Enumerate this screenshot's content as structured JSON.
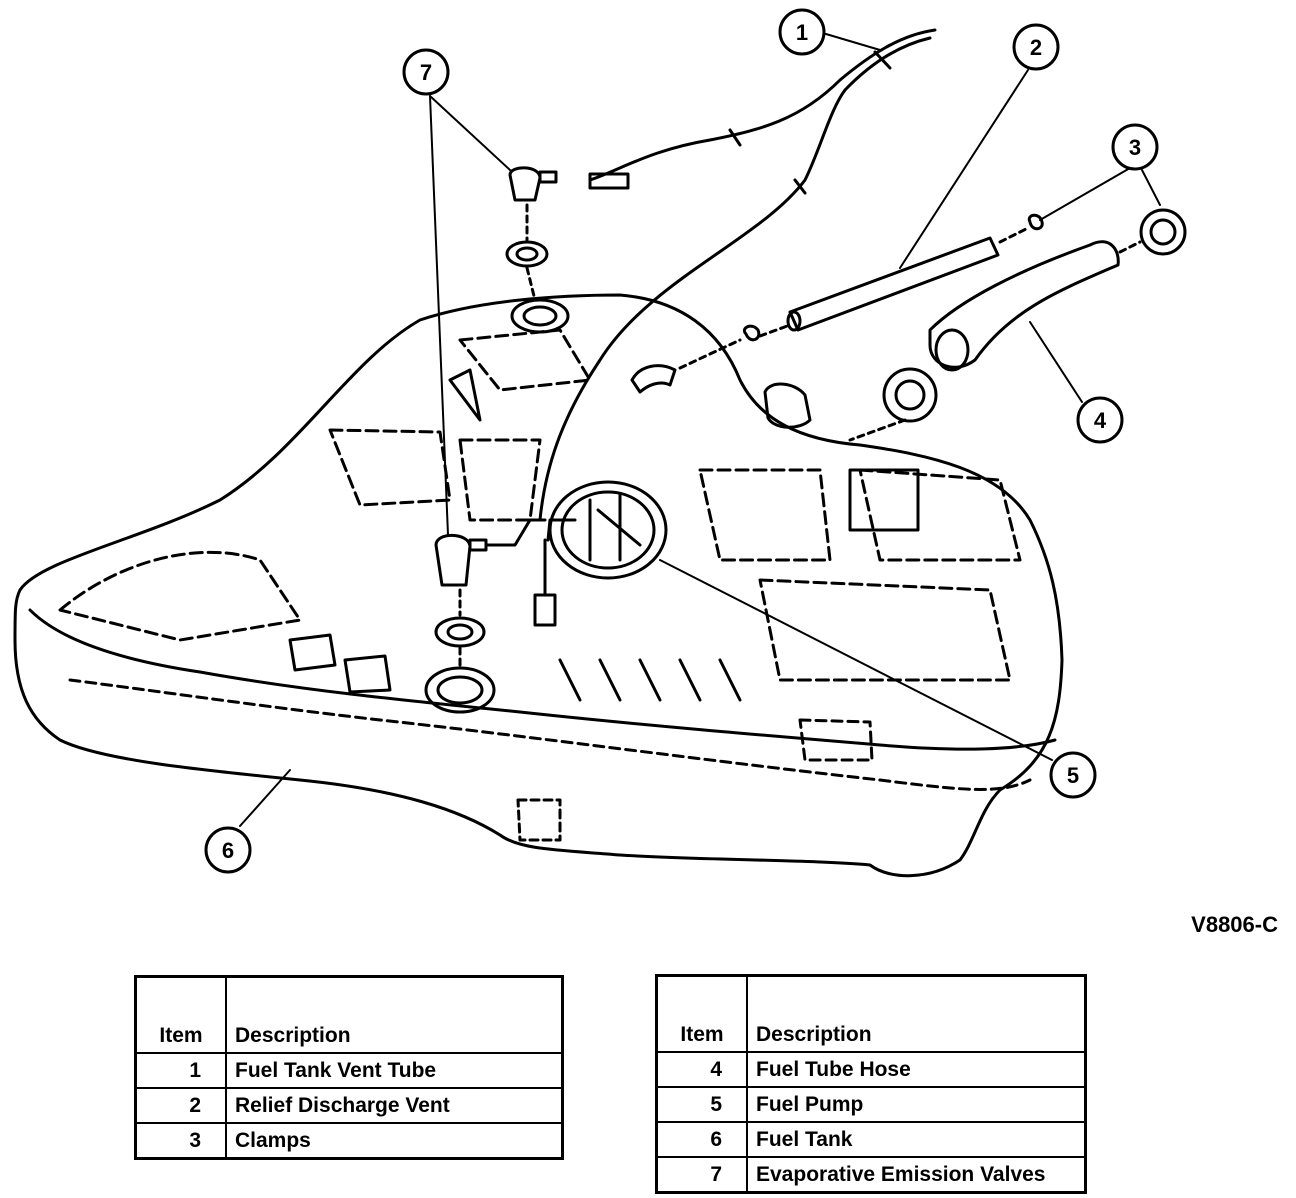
{
  "diagram": {
    "reference_code": "V8806-C",
    "callouts": [
      {
        "id": "c1",
        "label": "1"
      },
      {
        "id": "c2",
        "label": "2"
      },
      {
        "id": "c3",
        "label": "3"
      },
      {
        "id": "c4",
        "label": "4"
      },
      {
        "id": "c5",
        "label": "5"
      },
      {
        "id": "c6",
        "label": "6"
      },
      {
        "id": "c7",
        "label": "7"
      }
    ]
  },
  "legend": {
    "headers": {
      "item": "Item",
      "description": "Description"
    },
    "left": [
      {
        "item": "1",
        "description": "Fuel Tank Vent Tube"
      },
      {
        "item": "2",
        "description": "Relief Discharge Vent"
      },
      {
        "item": "3",
        "description": "Clamps"
      }
    ],
    "right": [
      {
        "item": "4",
        "description": "Fuel Tube Hose"
      },
      {
        "item": "5",
        "description": "Fuel Pump"
      },
      {
        "item": "6",
        "description": "Fuel Tank"
      },
      {
        "item": "7",
        "description": "Evaporative Emission Valves"
      }
    ]
  }
}
